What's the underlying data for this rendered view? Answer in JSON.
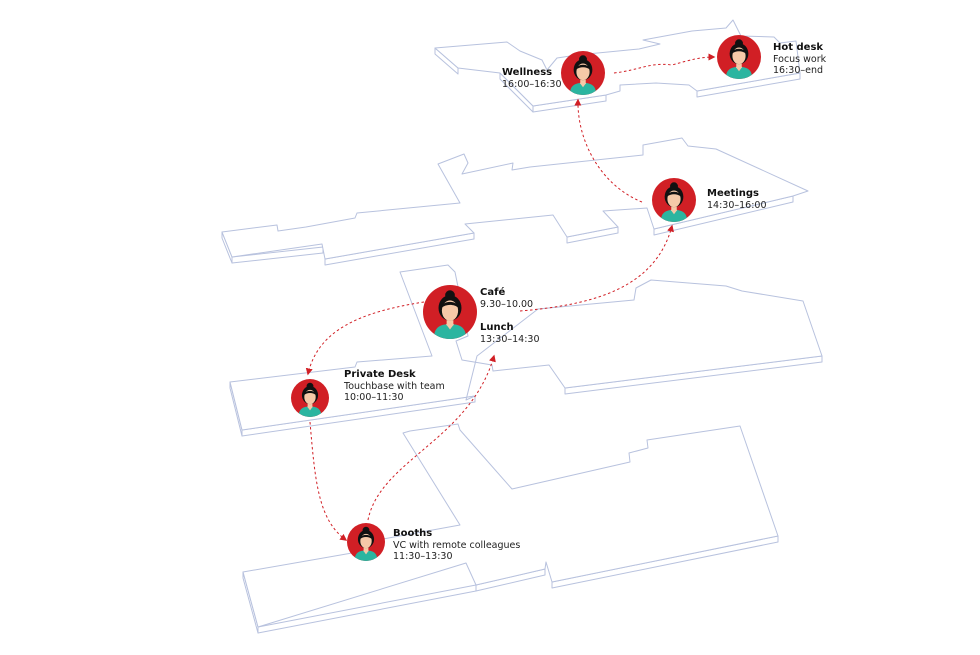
{
  "colors": {
    "accent_red": "#d11f25",
    "floor_outline": "#b8c2de",
    "skin": "#f6c9a8",
    "hair": "#111111",
    "shirt": "#2bb5a0"
  },
  "stops": {
    "wellness": {
      "title": "Wellness",
      "time": "16:00–16:30"
    },
    "hot_desk": {
      "title": "Hot desk",
      "line1": "Focus work",
      "time": "16:30–end"
    },
    "meetings": {
      "title": "Meetings",
      "time": "14:30–16:00"
    },
    "cafe": {
      "title": "Café",
      "time": "9.30–10.00"
    },
    "lunch": {
      "title": "Lunch",
      "time": "13:30–14:30"
    },
    "private_desk": {
      "title": "Private Desk",
      "line1": "Touchbase with team",
      "time": "10:00–11:30"
    },
    "booths": {
      "title": "Booths",
      "line1": "VC with remote colleagues",
      "time": "11:30–13:30"
    }
  },
  "icons": {
    "person": "person-avatar-icon",
    "arrow": "arrowhead-icon"
  }
}
